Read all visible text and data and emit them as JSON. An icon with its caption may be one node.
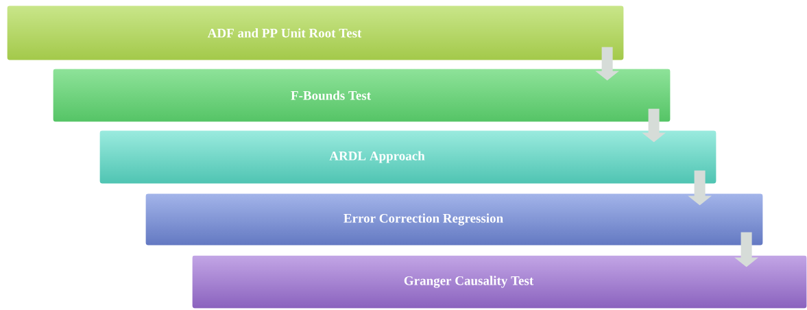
{
  "diagram": {
    "nodes": [
      {
        "text": [
          "ADF and PP Unit Root Test"
        ]
      },
      {
        "text": [
          "F-Bounds Test"
        ]
      },
      {
        "text": [
          "ARDL Approach"
        ]
      },
      {
        "text": [
          "Error Correction Regression"
        ]
      },
      {
        "text": [
          "Granger Causality Test"
        ]
      }
    ],
    "edges": [
      {
        "from": 0,
        "to": 1,
        "arrow": "to"
      },
      {
        "from": 1,
        "to": 2,
        "arrow": "to"
      },
      {
        "from": 2,
        "to": 3,
        "arrow": "to"
      },
      {
        "from": 3,
        "to": 4,
        "arrow": "to"
      }
    ]
  }
}
